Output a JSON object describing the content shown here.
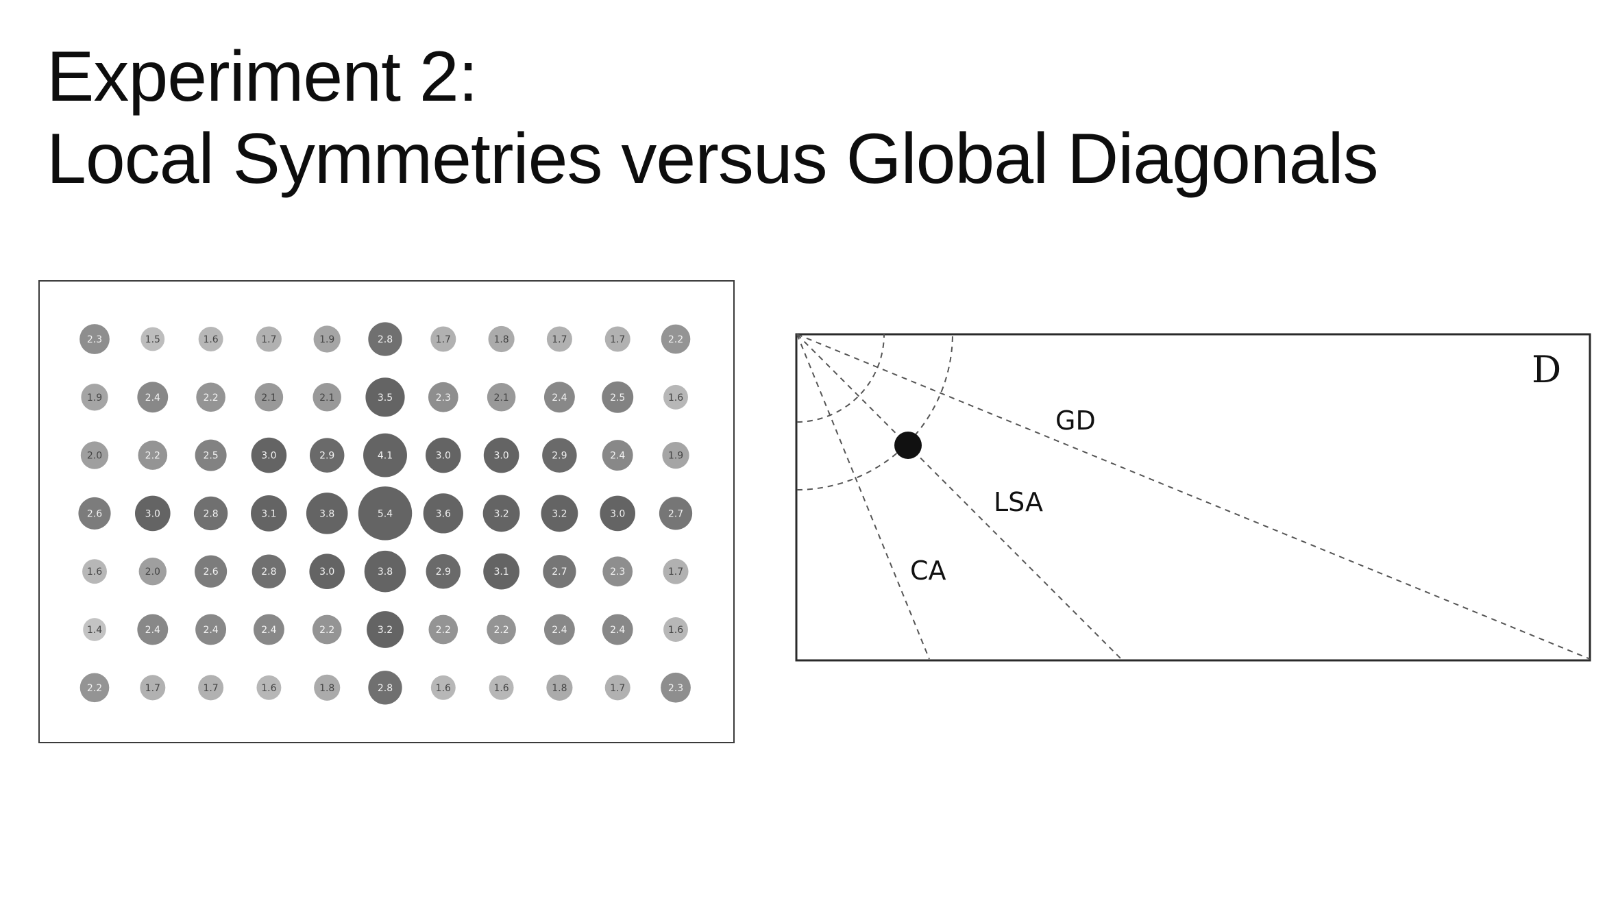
{
  "title": {
    "line1": "Experiment 2:",
    "line2": "Local Symmetries versus Global Diagonals"
  },
  "chart_data": {
    "type": "heatmap",
    "description_rows": 7,
    "rows": [
      [
        2.3,
        1.5,
        1.6,
        1.7,
        1.9,
        2.8,
        1.7,
        1.8,
        1.7,
        1.7,
        2.2
      ],
      [
        1.9,
        2.4,
        2.2,
        2.1,
        2.1,
        3.5,
        2.3,
        2.1,
        2.4,
        2.5,
        1.6
      ],
      [
        2.0,
        2.2,
        2.5,
        3.0,
        2.9,
        4.1,
        3.0,
        3.0,
        2.9,
        2.4,
        1.9
      ],
      [
        2.6,
        3.0,
        2.8,
        3.1,
        3.8,
        5.4,
        3.6,
        3.2,
        3.2,
        3.0,
        2.7
      ],
      [
        1.6,
        2.0,
        2.6,
        2.8,
        3.0,
        3.8,
        2.9,
        3.1,
        2.7,
        2.3,
        1.7
      ],
      [
        1.4,
        2.4,
        2.4,
        2.4,
        2.2,
        3.2,
        2.2,
        2.2,
        2.4,
        2.4,
        1.6
      ],
      [
        2.2,
        1.7,
        1.7,
        1.6,
        1.8,
        2.8,
        1.6,
        1.6,
        1.8,
        1.7,
        2.3
      ]
    ]
  },
  "diagram": {
    "panel_letter": "D",
    "labels": {
      "gd": "GD",
      "lsa": "LSA",
      "ca": "CA"
    }
  }
}
